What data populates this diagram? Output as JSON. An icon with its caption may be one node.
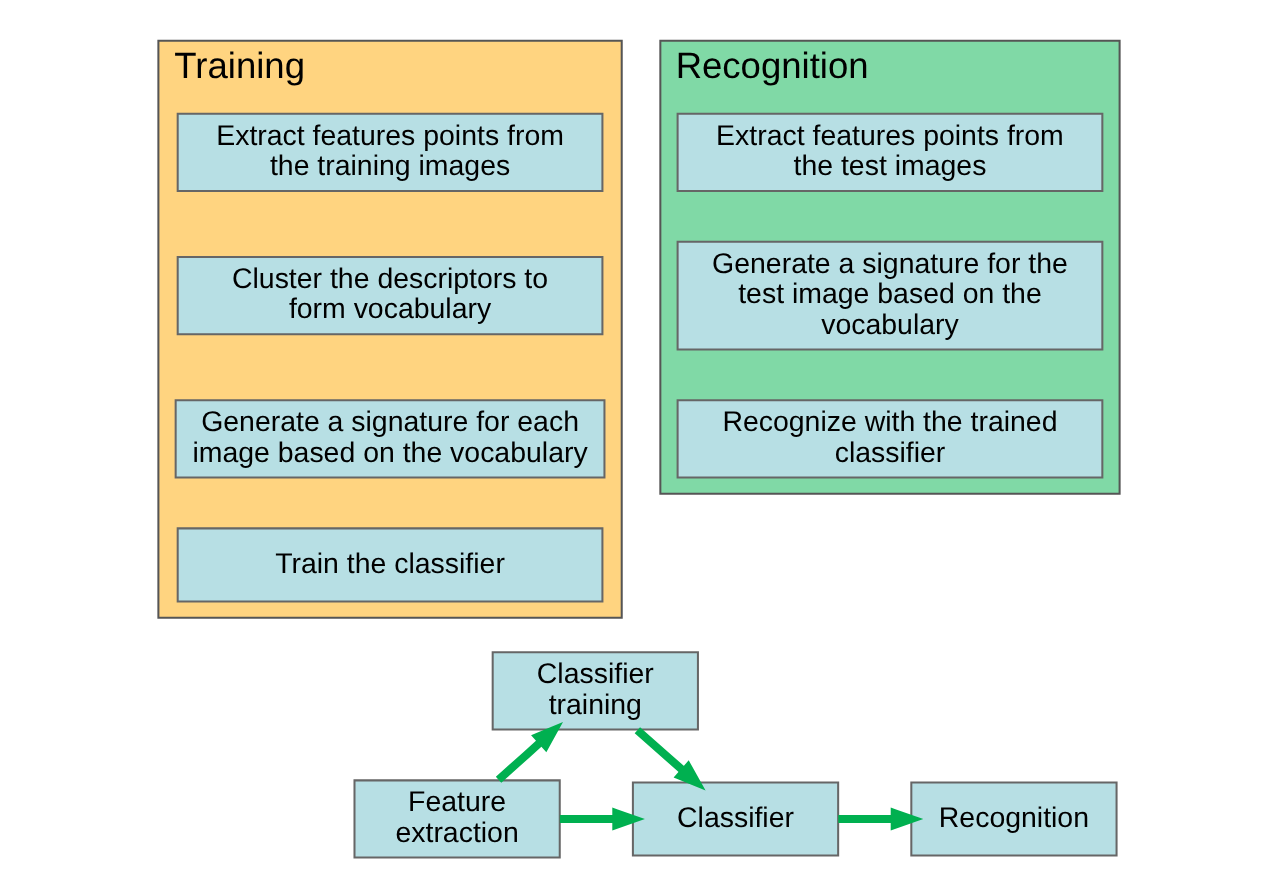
{
  "diagram": {
    "nodes": [
      {
        "text": [
          "Training"
        ]
      },
      {
        "text": [
          "Extract features points from the training images"
        ],
        "in": 0
      },
      {
        "text": [
          "Cluster the descriptors to form vocabulary"
        ],
        "in": 0
      },
      {
        "text": [
          "Generate a signature for each image based on the vocabulary"
        ],
        "in": 0
      },
      {
        "text": [
          "Train the classifier"
        ],
        "in": 0
      },
      {
        "text": [
          "Recognition"
        ]
      },
      {
        "text": [
          "Extract features points from the test images"
        ],
        "in": 5
      },
      {
        "text": [
          "Generate a signature for the test image based on the vocabulary"
        ],
        "in": 5
      },
      {
        "text": [
          "Recognize with the trained classifier"
        ],
        "in": 5
      },
      {
        "text": [
          "Classifier training"
        ]
      },
      {
        "text": [
          "Feature extraction"
        ]
      },
      {
        "text": [
          "Classifier"
        ]
      },
      {
        "text": [
          "Recognition"
        ]
      }
    ],
    "edges": [
      {
        "from": 10,
        "to": 9,
        "arrow": "to"
      },
      {
        "from": 9,
        "to": 11,
        "arrow": "to"
      },
      {
        "from": 10,
        "to": 11,
        "arrow": "to"
      },
      {
        "from": 11,
        "to": 12,
        "arrow": "to"
      }
    ]
  }
}
